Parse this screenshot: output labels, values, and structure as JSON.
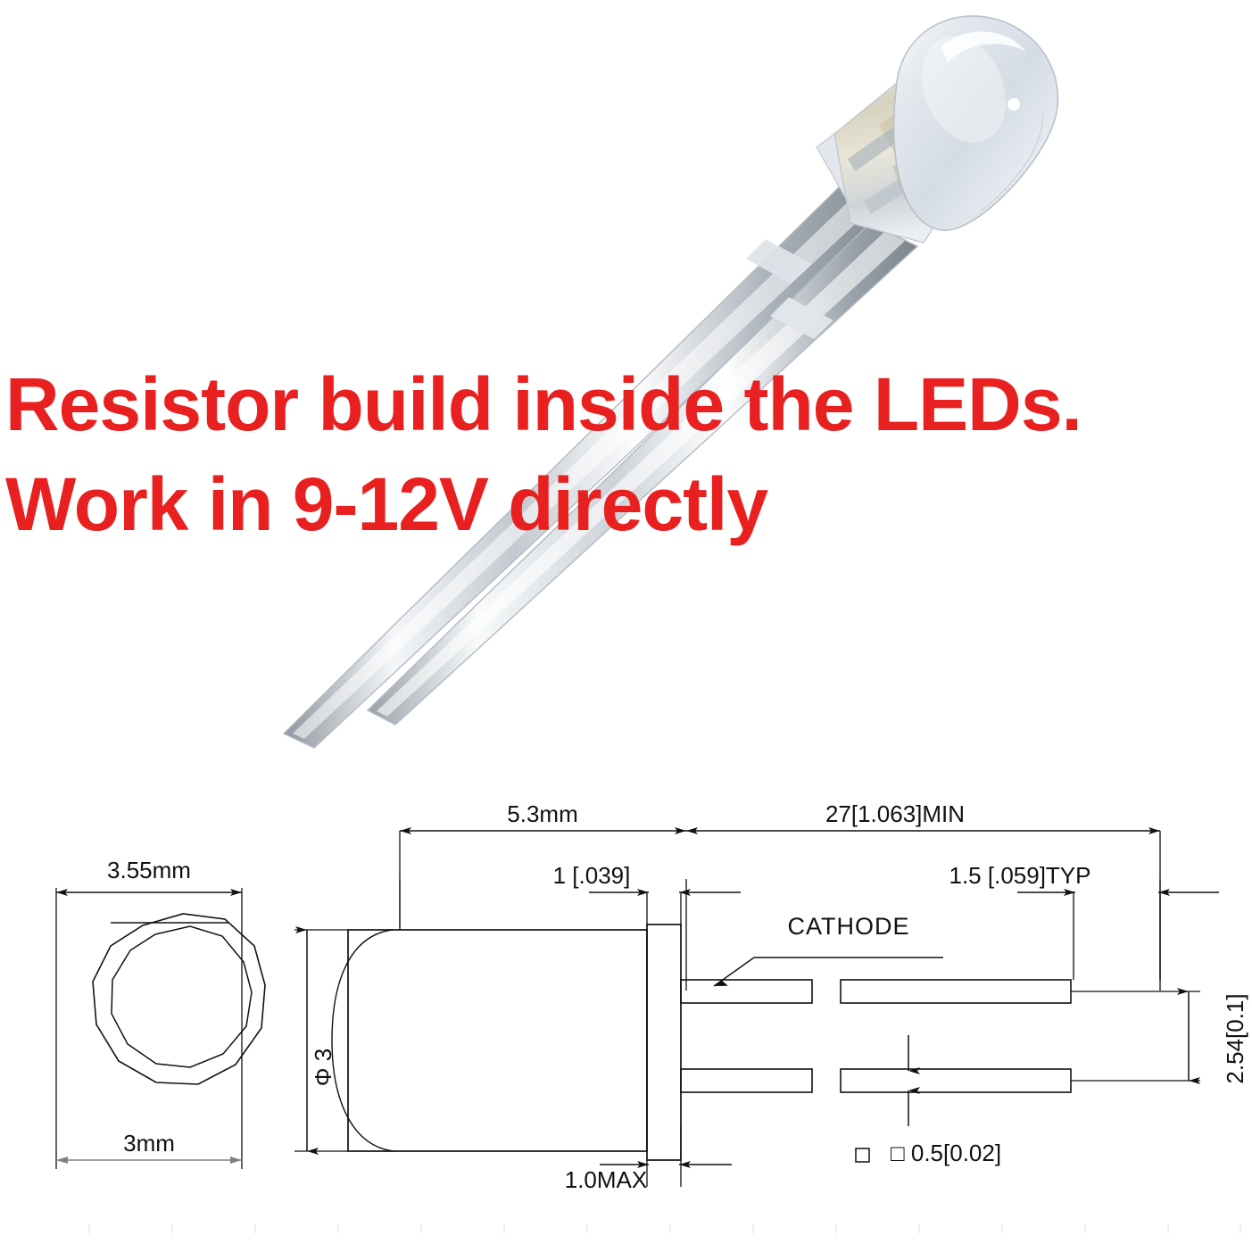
{
  "promo": {
    "line1": "Resistor build inside the LEDs.",
    "line2": "Work in 9-12V directly",
    "color": "#e8201f"
  },
  "photo": {
    "subject": "clear 5mm through-hole LED with two long silver leads",
    "lens_color": "#e9edf2",
    "lead_color": "#c9ced4"
  },
  "drawing": {
    "front_view": {
      "title_top": "3.55mm",
      "title_bottom": "3mm"
    },
    "side_view": {
      "dim_body_length": "5.3mm",
      "dim_lead_length": "27[1.063]MIN",
      "dim_flange": "1 [.039]",
      "dim_lead_break": "1.5 [.059]TYP",
      "dim_diameter": "Φ 3",
      "dim_flange_thickness": "1.0MAX",
      "dim_lead_pitch": "2.54[0.1]",
      "dim_lead_section": "□ 0.5[0.02]",
      "label_cathode": "CATHODE"
    }
  }
}
